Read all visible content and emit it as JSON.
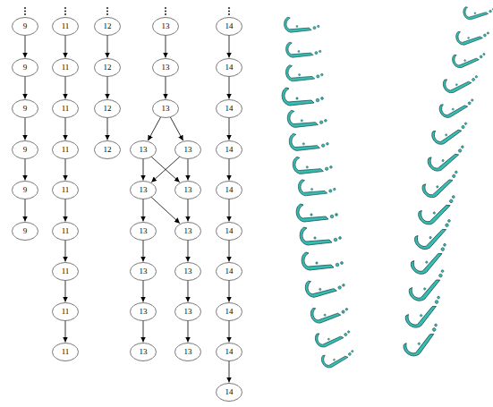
{
  "diagram": {
    "nodes": [
      {
        "text": [
          "9"
        ]
      },
      {
        "text": [
          "9"
        ]
      },
      {
        "text": [
          "9"
        ]
      },
      {
        "text": [
          "9"
        ]
      },
      {
        "text": [
          "9"
        ]
      },
      {
        "text": [
          "9"
        ]
      },
      {
        "text": [
          "11"
        ]
      },
      {
        "text": [
          "11"
        ]
      },
      {
        "text": [
          "11"
        ]
      },
      {
        "text": [
          "11"
        ]
      },
      {
        "text": [
          "11"
        ]
      },
      {
        "text": [
          "11"
        ]
      },
      {
        "text": [
          "11"
        ]
      },
      {
        "text": [
          "11"
        ]
      },
      {
        "text": [
          "11"
        ]
      },
      {
        "text": [
          "12"
        ]
      },
      {
        "text": [
          "12"
        ]
      },
      {
        "text": [
          "12"
        ]
      },
      {
        "text": [
          "12"
        ]
      },
      {
        "text": [
          "13"
        ]
      },
      {
        "text": [
          "13"
        ]
      },
      {
        "text": [
          "13"
        ]
      },
      {
        "text": [
          "13"
        ]
      },
      {
        "text": [
          "13"
        ]
      },
      {
        "text": [
          "13"
        ]
      },
      {
        "text": [
          "13"
        ]
      },
      {
        "text": [
          "13"
        ]
      },
      {
        "text": [
          "13"
        ]
      },
      {
        "text": [
          "13"
        ]
      },
      {
        "text": [
          "13"
        ]
      },
      {
        "text": [
          "13"
        ]
      },
      {
        "text": [
          "13"
        ]
      },
      {
        "text": [
          "13"
        ]
      },
      {
        "text": [
          "13"
        ]
      },
      {
        "text": [
          "14"
        ]
      },
      {
        "text": [
          "14"
        ]
      },
      {
        "text": [
          "14"
        ]
      },
      {
        "text": [
          "14"
        ]
      },
      {
        "text": [
          "14"
        ]
      },
      {
        "text": [
          "14"
        ]
      },
      {
        "text": [
          "14"
        ]
      },
      {
        "text": [
          "14"
        ]
      },
      {
        "text": [
          "14"
        ]
      },
      {
        "text": [
          "14"
        ]
      }
    ],
    "edges": [
      {
        "from": 0,
        "to": 1,
        "arrow": "to"
      },
      {
        "from": 1,
        "to": 2,
        "arrow": "to"
      },
      {
        "from": 2,
        "to": 3,
        "arrow": "to"
      },
      {
        "from": 3,
        "to": 4,
        "arrow": "to"
      },
      {
        "from": 4,
        "to": 5,
        "arrow": "to"
      },
      {
        "from": 6,
        "to": 7,
        "arrow": "to"
      },
      {
        "from": 7,
        "to": 8,
        "arrow": "to"
      },
      {
        "from": 8,
        "to": 9,
        "arrow": "to"
      },
      {
        "from": 9,
        "to": 10,
        "arrow": "to"
      },
      {
        "from": 10,
        "to": 11,
        "arrow": "to"
      },
      {
        "from": 11,
        "to": 12,
        "arrow": "to"
      },
      {
        "from": 12,
        "to": 13,
        "arrow": "to"
      },
      {
        "from": 13,
        "to": 14,
        "arrow": "to"
      },
      {
        "from": 15,
        "to": 16,
        "arrow": "to"
      },
      {
        "from": 16,
        "to": 17,
        "arrow": "to"
      },
      {
        "from": 17,
        "to": 18,
        "arrow": "to"
      },
      {
        "from": 19,
        "to": 20,
        "arrow": "to"
      },
      {
        "from": 20,
        "to": 21,
        "arrow": "to"
      },
      {
        "from": 21,
        "to": 22,
        "arrow": "to"
      },
      {
        "from": 21,
        "to": 23,
        "arrow": "to"
      },
      {
        "from": 22,
        "to": 24,
        "arrow": "to"
      },
      {
        "from": 22,
        "to": 25,
        "arrow": "to"
      },
      {
        "from": 23,
        "to": 24,
        "arrow": "to"
      },
      {
        "from": 23,
        "to": 25,
        "arrow": "to"
      },
      {
        "from": 24,
        "to": 26,
        "arrow": "to"
      },
      {
        "from": 24,
        "to": 27,
        "arrow": "to"
      },
      {
        "from": 25,
        "to": 27,
        "arrow": "to"
      },
      {
        "from": 26,
        "to": 28,
        "arrow": "to"
      },
      {
        "from": 27,
        "to": 29,
        "arrow": "to"
      },
      {
        "from": 28,
        "to": 30,
        "arrow": "to"
      },
      {
        "from": 29,
        "to": 31,
        "arrow": "to"
      },
      {
        "from": 30,
        "to": 32,
        "arrow": "to"
      },
      {
        "from": 31,
        "to": 33,
        "arrow": "to"
      },
      {
        "from": 34,
        "to": 35,
        "arrow": "to"
      },
      {
        "from": 35,
        "to": 36,
        "arrow": "to"
      },
      {
        "from": 36,
        "to": 37,
        "arrow": "to"
      },
      {
        "from": 37,
        "to": 38,
        "arrow": "to"
      },
      {
        "from": 38,
        "to": 39,
        "arrow": "to"
      },
      {
        "from": 39,
        "to": 40,
        "arrow": "to"
      },
      {
        "from": 40,
        "to": 41,
        "arrow": "to"
      },
      {
        "from": 41,
        "to": 42,
        "arrow": "to"
      },
      {
        "from": 42,
        "to": 43,
        "arrow": "to"
      }
    ]
  }
}
